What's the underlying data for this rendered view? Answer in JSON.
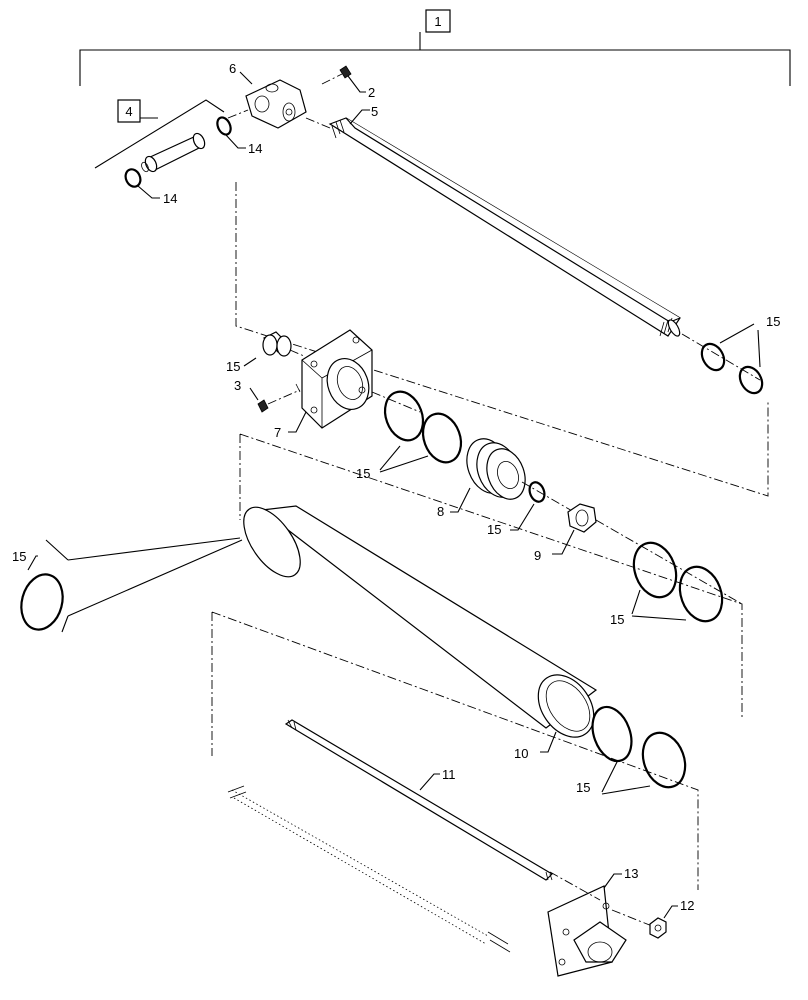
{
  "diagram": {
    "callouts": {
      "assembly": "1",
      "set_screw_top": "2",
      "set_screw_gland": "3",
      "pin_kit": "4",
      "rod": "5",
      "rod_clevis": "6",
      "gland": "7",
      "piston": "8",
      "piston_nut": "9",
      "barrel": "10",
      "tie_rod": "11",
      "tie_rod_nut": "12",
      "base_clevis": "13",
      "pin_ring_left": "14",
      "pin_ring_right": "14",
      "rod_end_rings": "15",
      "bushing": "15",
      "gland_seals": "15",
      "piston_inner_ring": "15",
      "piston_seals": "15",
      "barrel_oring": "15",
      "barrel_end_rings": "15"
    }
  }
}
